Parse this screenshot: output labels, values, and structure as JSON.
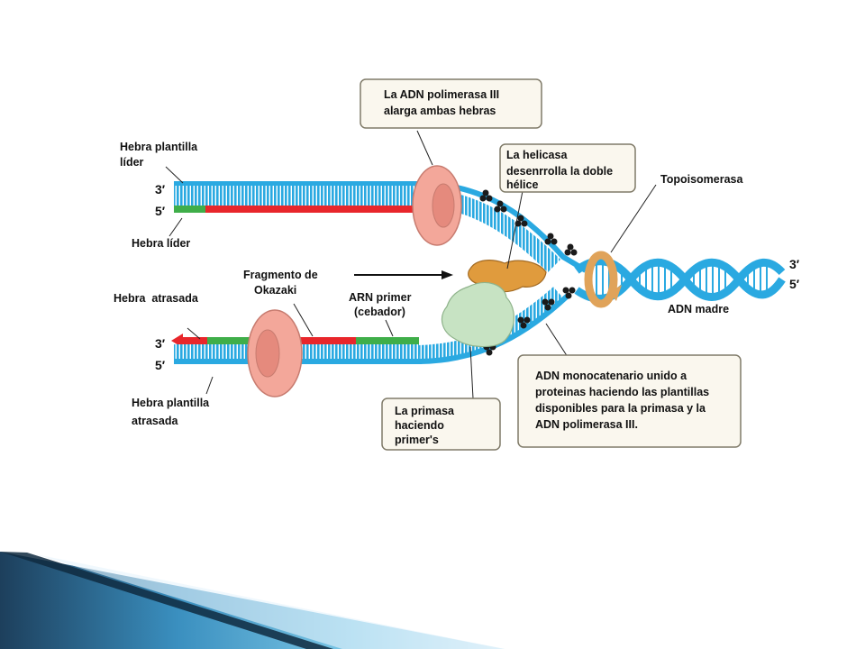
{
  "labels": {
    "hebra_plantilla_lider": [
      "Hebra plantilla",
      "líder"
    ],
    "hebra_lider": "Hebra líder",
    "hebra_atrasada": "Hebra  atrasada",
    "hebra_plantilla_atrasada": [
      "Hebra plantilla",
      "atrasada"
    ],
    "fragmento_okazaki": [
      "Fragmento de",
      "Okazaki"
    ],
    "arn_primer": [
      "ARN primer",
      "(cebador)"
    ],
    "polimerasa": [
      "La ADN polimerasa III",
      "alarga ambas hebras"
    ],
    "helicasa": [
      "La helicasa",
      "desenrrolla la doble",
      "hélice"
    ],
    "topoisomerasa": "Topoisomerasa",
    "adn_madre": "ADN madre",
    "primasa": [
      "La primasa",
      "haciendo",
      "primer's"
    ],
    "monocatenario": [
      "ADN monocatenario unido a",
      "proteinas haciendo las plantillas",
      "disponibles para la primasa y la",
      "ADN polimerasa III."
    ]
  },
  "strand_ends": {
    "top_upper": "3′",
    "top_lower": "5′",
    "bottom_upper": "3′",
    "bottom_lower": "5′",
    "right_upper": "3′",
    "right_lower": "5′"
  },
  "colors": {
    "template_strand": "#2aa9e1",
    "new_strand": "#e8262b",
    "primer": "#3fae49",
    "polymerase": "#f3a79a",
    "helicase": "#e09b3d",
    "primase": "#c7e3c3",
    "topoisomerase": "#e0a35a",
    "ssb_protein": "#1a1a1a",
    "callout_fill": "#faf7ee",
    "callout_border": "#7f7a68",
    "footer_dark": "#1d3f5c",
    "footer_light": "#4fb2d6"
  },
  "icons": {
    "direction_arrow": "right-arrow"
  }
}
